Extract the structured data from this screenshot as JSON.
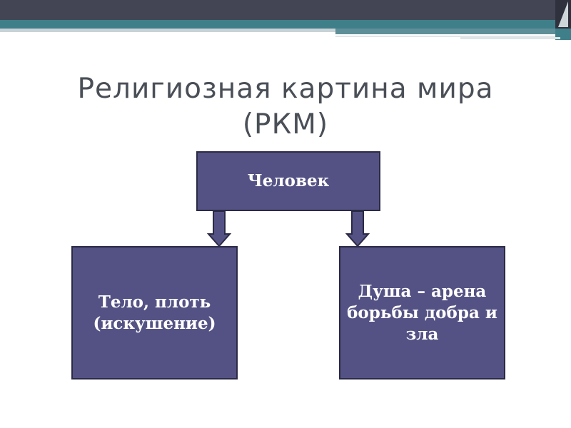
{
  "title": {
    "line1": "Религиозная картина мира",
    "line2": "(РКМ)"
  },
  "nodes": {
    "top": {
      "label": "Человек"
    },
    "left": {
      "label": "Тело, плоть (искушение)"
    },
    "right": {
      "label": "Душа – арена борьбы добра и зла"
    }
  },
  "colors": {
    "box_fill": "#545284",
    "box_border": "#2b2a45",
    "title_text": "#4a4f57",
    "header_teal": "#3f7f8a"
  },
  "edges": [
    {
      "from": "top",
      "to": "left"
    },
    {
      "from": "top",
      "to": "right"
    }
  ]
}
